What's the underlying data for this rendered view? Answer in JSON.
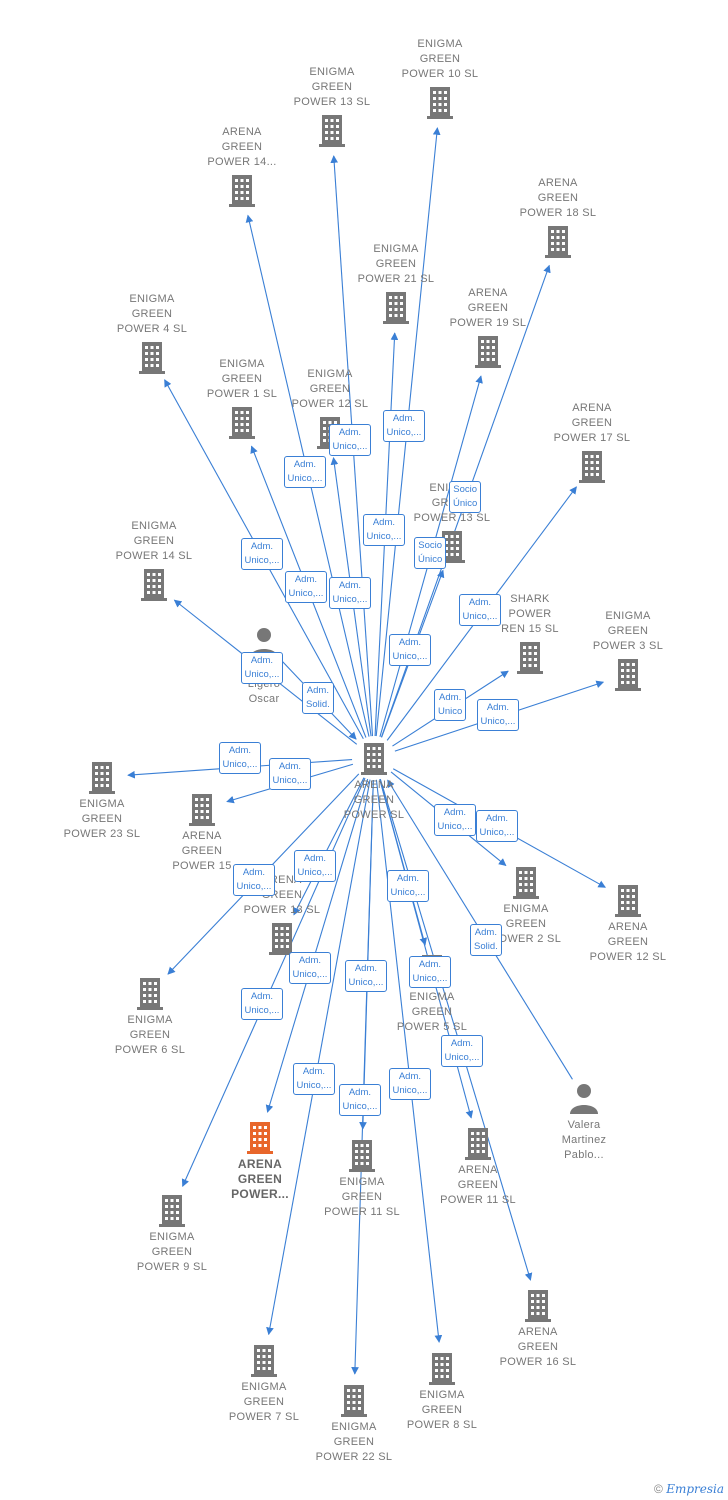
{
  "center": {
    "id": "center",
    "label": "ARENA\nGREEN\nPOWER  SL"
  },
  "nodes": [
    {
      "id": "enigma10",
      "label": "ENIGMA\nGREEN\nPOWER 10  SL",
      "type": "company"
    },
    {
      "id": "enigma13",
      "label": "ENIGMA\nGREEN\nPOWER 13  SL",
      "type": "company"
    },
    {
      "id": "arena14",
      "label": "ARENA\nGREEN\nPOWER 14...",
      "type": "company"
    },
    {
      "id": "arena18",
      "label": "ARENA\nGREEN\nPOWER 18  SL",
      "type": "company"
    },
    {
      "id": "enigma21",
      "label": "ENIGMA\nGREEN\nPOWER 21  SL",
      "type": "company"
    },
    {
      "id": "arena19",
      "label": "ARENA\nGREEN\nPOWER 19  SL",
      "type": "company"
    },
    {
      "id": "enigma4",
      "label": "ENIGMA\nGREEN\nPOWER 4  SL",
      "type": "company"
    },
    {
      "id": "enigma1",
      "label": "ENIGMA\nGREEN\nPOWER 1  SL",
      "type": "company"
    },
    {
      "id": "enigma12",
      "label": "ENIGMA\nGREEN\nPOWER 12  SL",
      "type": "company"
    },
    {
      "id": "arena17",
      "label": "ARENA\nGREEN\nPOWER 17  SL",
      "type": "company"
    },
    {
      "id": "eng13",
      "label": "ENIGMA\nGREEN\nPOWER 13  SL",
      "type": "company"
    },
    {
      "id": "enigma14",
      "label": "ENIGMA\nGREEN\nPOWER 14  SL",
      "type": "company"
    },
    {
      "id": "perelez",
      "label": "Perelez\nLigero\nOscar",
      "type": "person"
    },
    {
      "id": "shark",
      "label": "SHARK\nPOWER\nREN 15  SL",
      "type": "company"
    },
    {
      "id": "enigma3",
      "label": "ENIGMA\nGREEN\nPOWER 3  SL",
      "type": "company"
    },
    {
      "id": "enigma23",
      "label": "ENIGMA\nGREEN\nPOWER 23  SL",
      "type": "company"
    },
    {
      "id": "arena15",
      "label": "ARENA\nGREEN\nPOWER 15",
      "type": "company"
    },
    {
      "id": "enigma2",
      "label": "ENIGMA\nGREEN\nPOWER 2  SL",
      "type": "company"
    },
    {
      "id": "arena12",
      "label": "ARENA\nGREEN\nPOWER 12  SL",
      "type": "company"
    },
    {
      "id": "arena13",
      "label": "ARENA\nGREEN\nPOWER 13  SL",
      "type": "company"
    },
    {
      "id": "enigma6",
      "label": "ENIGMA\nGREEN\nPOWER 6  SL",
      "type": "company"
    },
    {
      "id": "enigma5",
      "label": "ENIGMA\nGREEN\nPOWER 5  SL",
      "type": "company"
    },
    {
      "id": "valera",
      "label": "Valera\nMartinez\nPablo...",
      "type": "person"
    },
    {
      "id": "arenaHL",
      "label": "ARENA\nGREEN\nPOWER...",
      "type": "highlight"
    },
    {
      "id": "enigma11",
      "label": "ENIGMA\nGREEN\nPOWER 11  SL",
      "type": "company"
    },
    {
      "id": "arena11",
      "label": "ARENA\nGREEN\nPOWER 11  SL",
      "type": "company"
    },
    {
      "id": "enigma9",
      "label": "ENIGMA\nGREEN\nPOWER 9  SL",
      "type": "company"
    },
    {
      "id": "arena16",
      "label": "ARENA\nGREEN\nPOWER 16  SL",
      "type": "company"
    },
    {
      "id": "enigma7",
      "label": "ENIGMA\nGREEN\nPOWER 7  SL",
      "type": "company"
    },
    {
      "id": "enigma8",
      "label": "ENIGMA\nGREEN\nPOWER 8  SL",
      "type": "company"
    },
    {
      "id": "enigma22",
      "label": "ENIGMA\nGREEN\nPOWER 22  SL",
      "type": "company"
    }
  ],
  "edge_labels": [
    "Adm.\nUnico,...",
    "Adm.\nUnico,...",
    "Adm.\nUnico,...",
    "Socio\nÚnico",
    "Adm.\nUnico,...",
    "Socio\nÚnico",
    "Adm.\nUnico,...",
    "Adm.\nUnico,...",
    "Adm.\nUnico,...",
    "Adm.\nUnico,...",
    "Adm.\nUnico,...",
    "Adm.\nUnico,...",
    "Adm.\nSolid.",
    "Adm.\nUnico",
    "Adm.\nUnico,...",
    "Adm.\nUnico,...",
    "Adm.\nUnico,...",
    "Adm.\nUnico,...",
    "Adm.\nUnico,...",
    "Adm.\nUnico,...",
    "Adm.\nUnico,...",
    "Adm.\nUnico,...",
    "Adm.\nSolid.",
    "Adm.\nUnico,...",
    "Adm.\nUnico,...",
    "Adm.\nUnico,...",
    "Adm.\nUnico,...",
    "Adm.\nUnico,...",
    "Adm.\nUnico,...",
    "Adm.\nUnico,...",
    "Adm.\nUnico,..."
  ],
  "colors": {
    "edge": "#3a7fd5",
    "building": "#777777",
    "highlight": "#e8662b"
  },
  "footer": {
    "copyright": "©",
    "brand": "Empresia"
  }
}
